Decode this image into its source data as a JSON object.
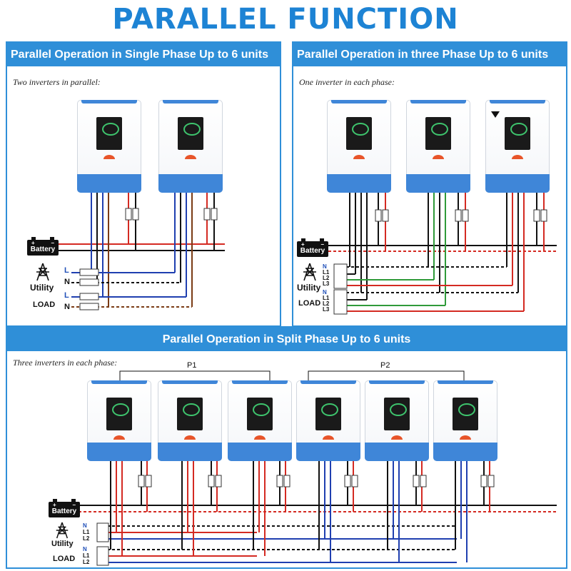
{
  "title": "PARALLEL FUNCTION",
  "panels": {
    "single_phase": {
      "header": "Parallel Operation in Single Phase Up to 6 units",
      "note": "Two inverters in parallel:",
      "battery_label": "Battery",
      "utility_label": "Utility",
      "load_label": "LOAD",
      "utility_lines": [
        "L",
        "N"
      ],
      "load_lines": [
        "L",
        "N"
      ]
    },
    "three_phase": {
      "header": "Parallel Operation in three Phase Up to 6 units",
      "note": "One inverter in each phase:",
      "battery_label": "Battery",
      "utility_label": "Utility",
      "load_label": "LOAD",
      "utility_lines": [
        "N",
        "L1",
        "L2",
        "L3"
      ],
      "load_lines": [
        "N",
        "L1",
        "L2",
        "L3"
      ]
    },
    "split_phase": {
      "header": "Parallel Operation in Split Phase Up to 6 units",
      "note": "Three inverters in each phase:",
      "group_labels": [
        "P1",
        "P2"
      ],
      "battery_label": "Battery",
      "utility_label": "Utility",
      "load_label": "LOAD",
      "utility_lines": [
        "N",
        "L1",
        "L2"
      ],
      "load_lines": [
        "N",
        "L1",
        "L2"
      ]
    }
  },
  "colors": {
    "accent": "#2f8fd8",
    "inverter_base": "#3f86d8",
    "wire_black": "#111111",
    "wire_red": "#d42a22",
    "wire_blue": "#1f3fb0",
    "wire_brown": "#7a3b14",
    "wire_green": "#2f9a3a"
  },
  "icons": {
    "battery": "battery-icon",
    "utility": "transmission-tower-icon",
    "inverter": "solar-inverter-icon"
  }
}
